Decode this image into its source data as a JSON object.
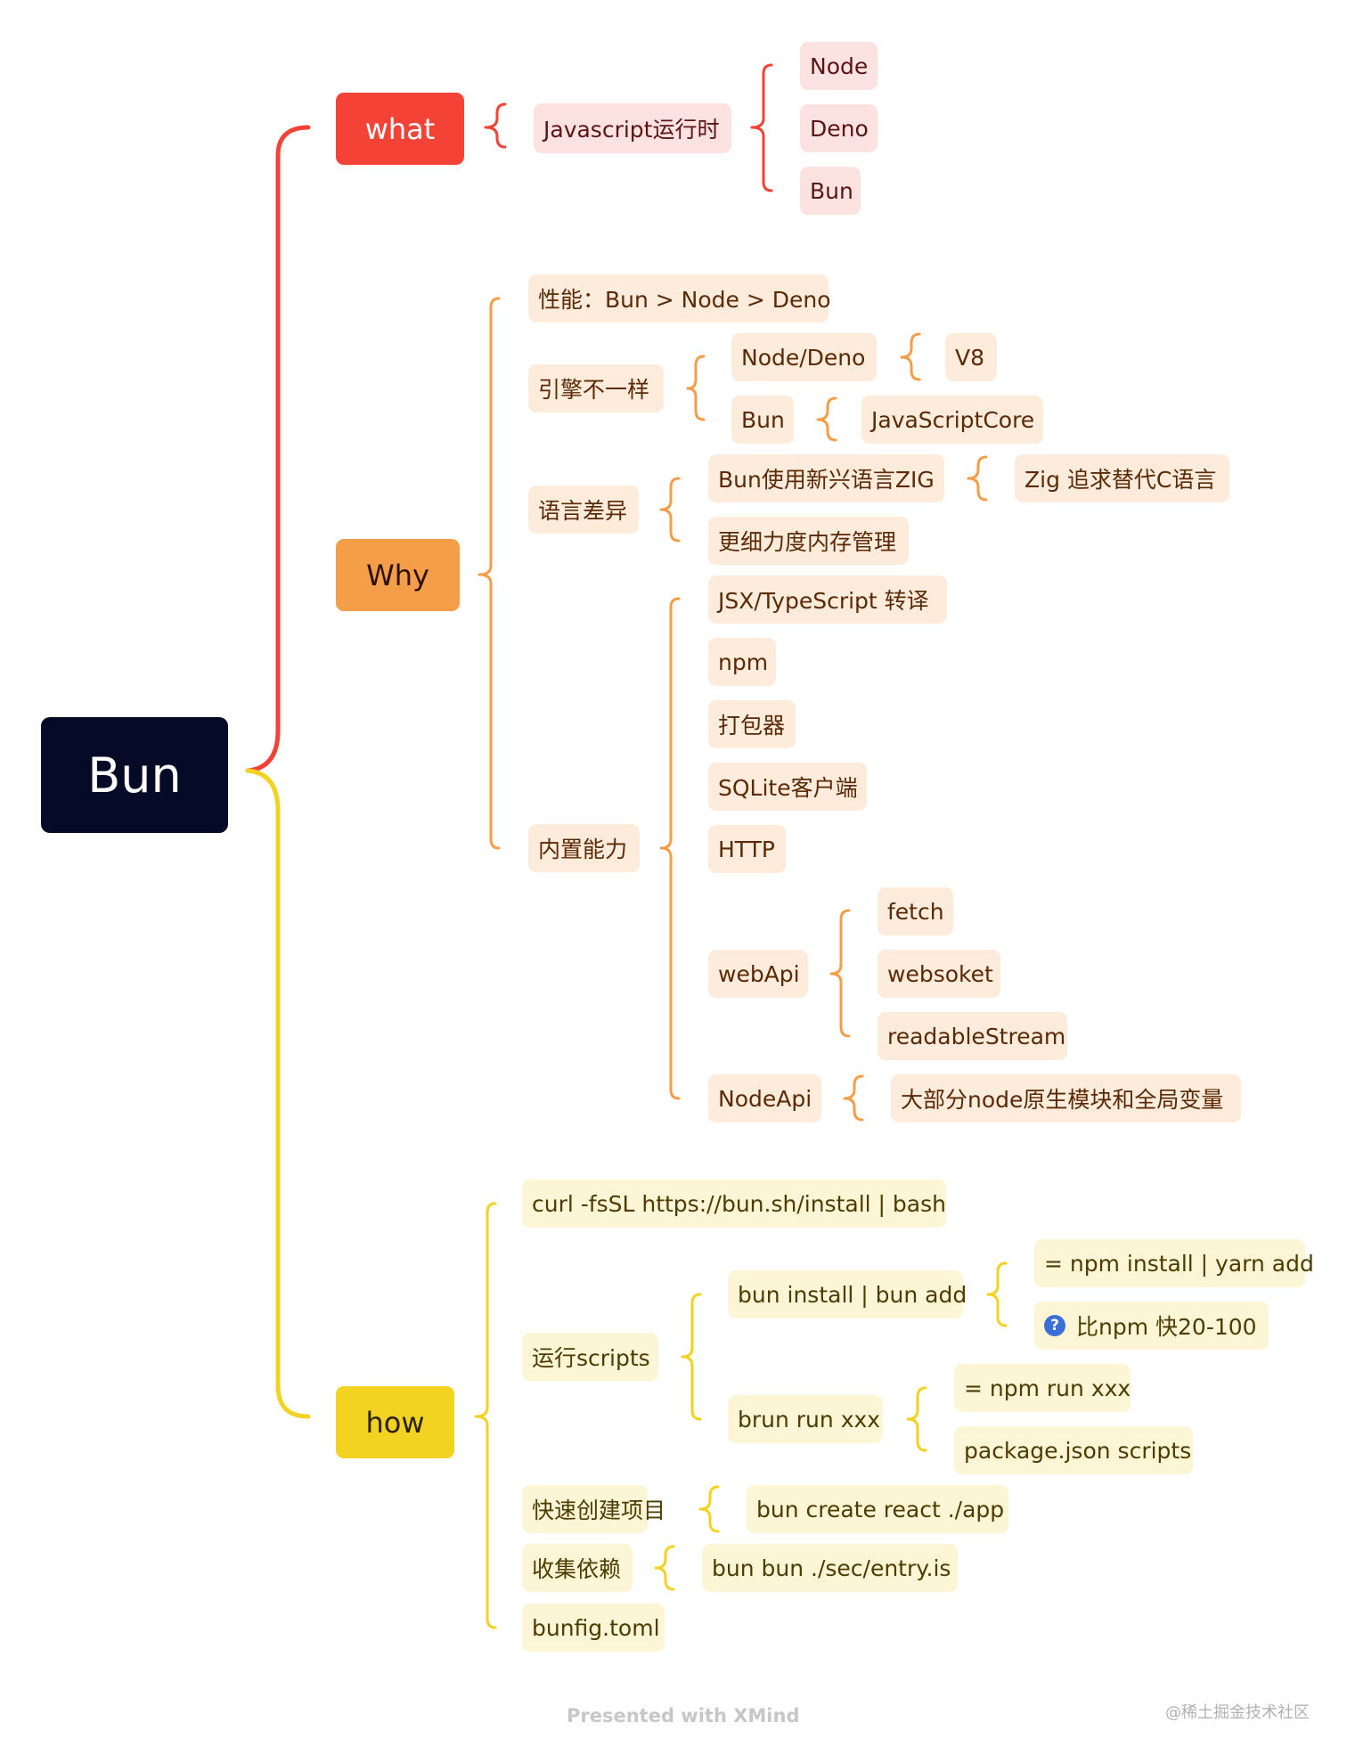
{
  "root": {
    "label": "Bun"
  },
  "colors": {
    "red": "#f44336",
    "orange": "#f59e4a",
    "yellow": "#f2d322",
    "root_bg": "#050a26",
    "help_icon": "#3b6fd8"
  },
  "branches": {
    "what": {
      "label": "what",
      "runtime": "Javascript运行时",
      "runtimes": [
        "Node",
        "Deno",
        "Bun"
      ]
    },
    "why": {
      "label": "Why",
      "performance": "性能：Bun > Node > Deno",
      "engine": {
        "label": "引擎不一样",
        "node_deno": "Node/Deno",
        "v8": "V8",
        "bun": "Bun",
        "jsc": "JavaScriptCore"
      },
      "language": {
        "label": "语言差异",
        "zig": "Bun使用新兴语言ZIG",
        "zig_goal": "Zig 追求替代C语言",
        "memory": "更细力度内存管理"
      },
      "builtin": {
        "label": "内置能力",
        "transpile": "JSX/TypeScript 转译",
        "npm": "npm",
        "bundler": "打包器",
        "sqlite": "SQLite客户端",
        "http": "HTTP",
        "webapi": "webApi",
        "webapi_items": [
          "fetch",
          "websoket",
          "readableStream"
        ],
        "nodeapi": "NodeApi",
        "nodeapi_desc": "大部分node原生模块和全局变量"
      }
    },
    "how": {
      "label": "how",
      "install_cmd": "curl -fsSL https://bun.sh/install | bash",
      "scripts": {
        "label": "运行scripts",
        "bun_install": "bun install | bun add",
        "eq_npm": "= npm install | yarn add",
        "faster": "比npm 快20-100",
        "help_icon": "question-circle-icon",
        "brun": "brun run xxx",
        "eq_run": "= npm run xxx",
        "pkg_scripts": "package.json scripts"
      },
      "create": {
        "label": "快速创建项目",
        "cmd": "bun create react ./app"
      },
      "collect": {
        "label": "收集依赖",
        "cmd": "bun bun ./sec/entry.is"
      },
      "config": "bunfig.toml"
    }
  },
  "footer": {
    "xmind": "Presented with XMind",
    "juejin": "@稀土掘金技术社区"
  }
}
